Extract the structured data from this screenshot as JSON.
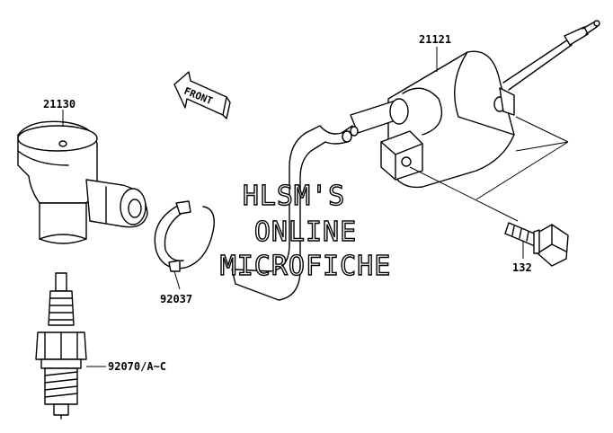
{
  "parts": {
    "ignition_coil": "21121",
    "plug_cap": "21130",
    "clamp": "92037",
    "bolt": "132",
    "spark_plug": "92070/A~C"
  },
  "direction_marker": "FRONT",
  "watermark": {
    "line1": "HLSM'S",
    "line2": "ONLINE",
    "line3": "MICROFICHE"
  }
}
